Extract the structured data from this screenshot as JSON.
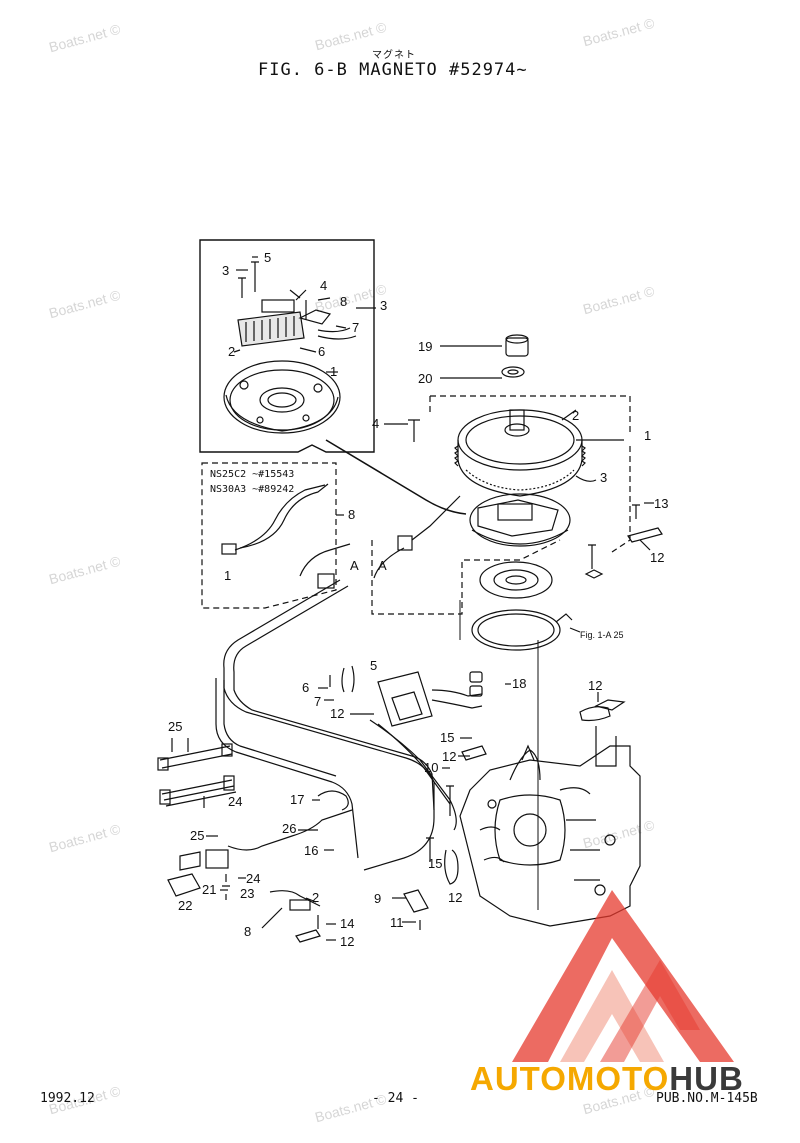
{
  "header": {
    "kana": "マグネト",
    "title": "FIG.  6-B MAGNETO #52974~"
  },
  "watermark": "Boats.net ©",
  "inset_note": {
    "line1": "NS25C2  ~#15543",
    "line2": "NS30A3  ~#89242"
  },
  "callouts": {
    "inset": [
      "5",
      "3",
      "4",
      "8",
      "3",
      "7",
      "2",
      "6",
      "1"
    ],
    "harness": [
      "8",
      "1"
    ],
    "main": [
      "19",
      "20",
      "4",
      "2",
      "1",
      "3",
      "13",
      "12",
      "A",
      "A",
      "Fig. 1-A 25",
      "5",
      "6",
      "7",
      "12",
      "18",
      "12",
      "15",
      "12",
      "10",
      "15",
      "12",
      "9",
      "11",
      "25",
      "24",
      "17",
      "26",
      "25",
      "16",
      "24",
      "21",
      "23",
      "22",
      "2",
      "8",
      "14",
      "12"
    ]
  },
  "footer": {
    "date": "1992.12",
    "page": "- 24 -",
    "pub": "PUB.NO.M-145B"
  },
  "logo": {
    "word_part1": "AUTOMOTO",
    "word_part2": "HUB",
    "color_primary": "#e53a2e",
    "color_light": "#f3a99a",
    "color_accent": "#f5a800",
    "color_dark": "#3a3a3a"
  }
}
